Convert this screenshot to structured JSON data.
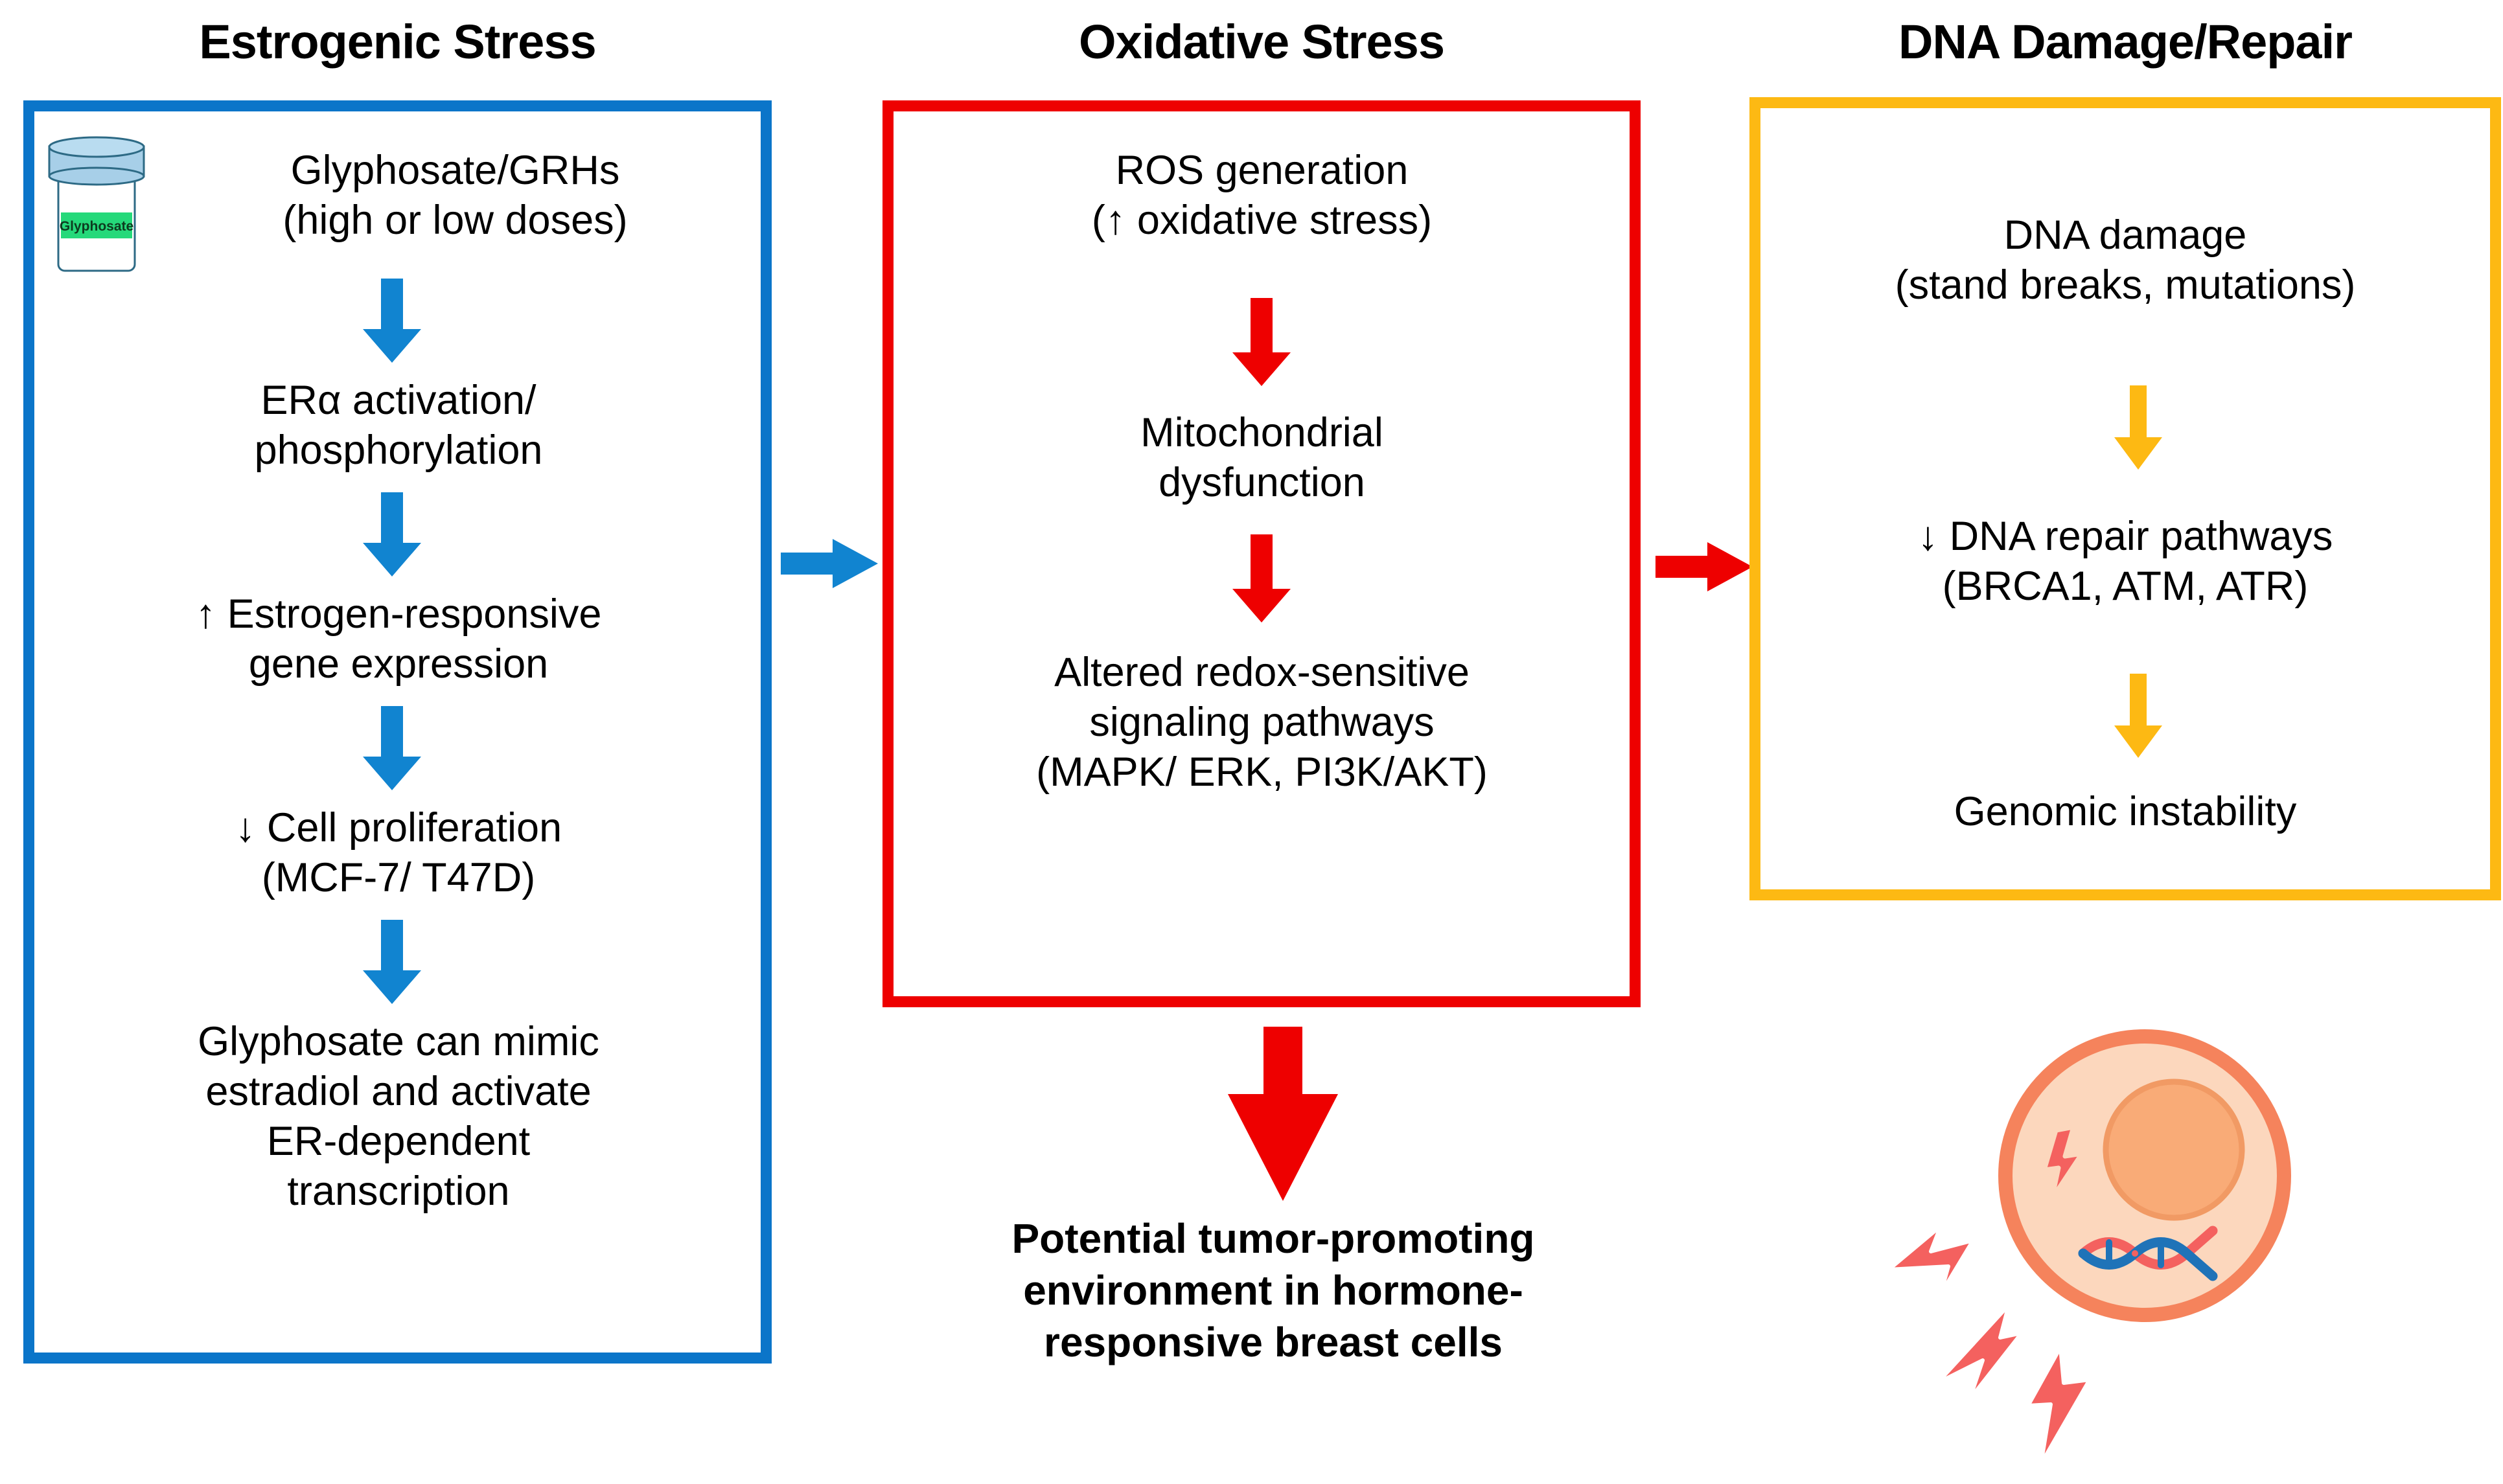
{
  "diagram": {
    "title_row": {
      "estrogenic": "Estrogenic Stress",
      "oxidative": "Oxidative Stress",
      "dna": "DNA Damage/Repair"
    },
    "colors": {
      "estrogenic_border": "#0b75c9",
      "oxidative_border": "#ee0000",
      "dna_border": "#fdb913",
      "estrogenic_arrow": "#1184d0",
      "oxidative_arrow": "#ee0000",
      "dna_arrow": "#fdb913",
      "text": "#000000",
      "bottle_cap": "#a7cfe8",
      "bottle_label": "#25d97a",
      "cell_membrane": "#f5835c",
      "cell_cytoplasm": "#fcd7bd",
      "cell_nucleus": "#f9ab77",
      "lightning": "#f4615f",
      "dna_strand_red": "#f4615f",
      "dna_strand_blue": "#1f73b8"
    },
    "columns": [
      {
        "id": "estrogenic",
        "header": "Estrogenic Stress",
        "icon": "glyphosate-bottle-icon",
        "icon_label": "Glyphosate",
        "steps": [
          "Glyphosate/GRHs\n(high or low doses)",
          "ERα activation/\nphosphorylation",
          "↑ Estrogen-responsive\ngene expression",
          "↓ Cell proliferation\n(MCF-7/ T47D)",
          "Glyphosate can mimic\nestradiol and activate\nER-dependent\ntranscription"
        ]
      },
      {
        "id": "oxidative",
        "header": "Oxidative Stress",
        "steps": [
          "ROS generation\n(↑ oxidative stress)",
          "Mitochondrial\ndysfunction",
          "Altered redox-sensitive\nsignaling pathways\n(MAPK/ ERK, PI3K/AKT)"
        ]
      },
      {
        "id": "dna",
        "header": "DNA Damage/Repair",
        "steps": [
          "DNA damage\n(stand breaks, mutations)",
          "↓ DNA repair pathways\n(BRCA1, ATM, ATR)",
          "Genomic instability"
        ]
      }
    ],
    "conclusion": "Potential tumor-promoting\nenvironment in hormone-\nresponsive breast cells",
    "connectors": [
      {
        "from": "estrogenic",
        "to": "oxidative",
        "direction": "right",
        "color": "#1184d0"
      },
      {
        "from": "oxidative",
        "to": "dna",
        "direction": "right",
        "color": "#ee0000"
      },
      {
        "from": "oxidative",
        "to": "conclusion",
        "direction": "down",
        "color": "#ee0000"
      }
    ]
  }
}
